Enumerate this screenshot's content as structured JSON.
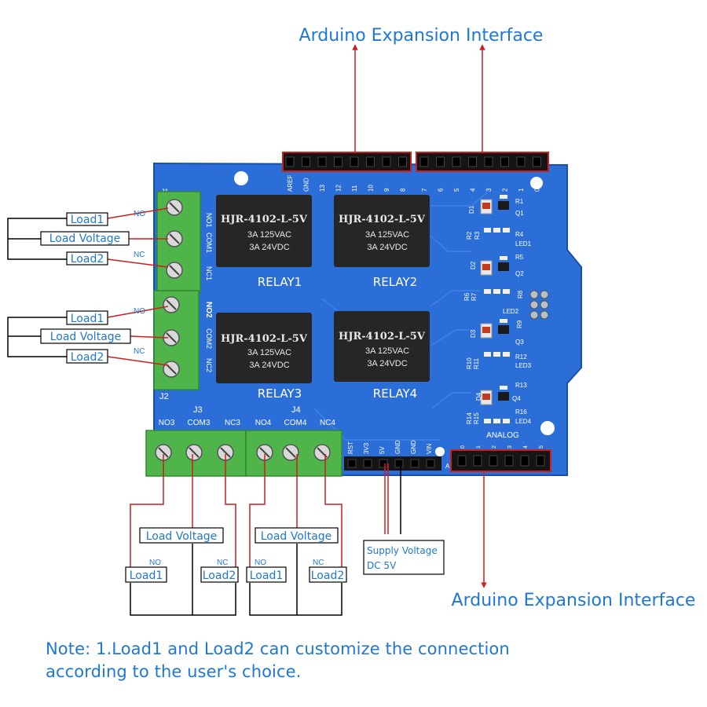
{
  "title_top": "Arduino Expansion Interface",
  "title_bottom": "Arduino Expansion Interface",
  "relays": [
    {
      "label": "RELAY1",
      "model": "HJR-4102-L-5V",
      "rating1": "3A 125VAC",
      "rating2": "3A  24VDC"
    },
    {
      "label": "RELAY2",
      "model": "HJR-4102-L-5V",
      "rating1": "3A 125VAC",
      "rating2": "3A  24VDC"
    },
    {
      "label": "RELAY3",
      "model": "HJR-4102-L-5V",
      "rating1": "3A 125VAC",
      "rating2": "3A  24VDC"
    },
    {
      "label": "RELAY4",
      "model": "HJR-4102-L-5V",
      "rating1": "3A 125VAC",
      "rating2": "3A  24VDC"
    }
  ],
  "connectors": {
    "j1": "J1",
    "j2": "J2",
    "j3": "J3",
    "j4": "J4",
    "j1_pins": [
      "NO1",
      "COM1",
      "NC1"
    ],
    "j2_pins": [
      "NO2",
      "COM2",
      "NC2"
    ],
    "j3_pins": [
      "NO3",
      "COM3",
      "NC3"
    ],
    "j4_pins": [
      "NO4",
      "COM4",
      "NC4"
    ]
  },
  "left_group": {
    "load1": "Load1",
    "load_voltage": "Load Voltage",
    "load2": "Load2",
    "no": "NO",
    "nc": "NC"
  },
  "bottom_group": {
    "load_voltage": "Load Voltage",
    "load1": "Load1",
    "load2": "Load2",
    "no": "NO",
    "nc": "NC"
  },
  "supply": {
    "line1": "Supply Voltage",
    "line2": "DC 5V"
  },
  "header_pins_top_left": [
    "AREF",
    "GND",
    "13",
    "12",
    "11",
    "10",
    "9",
    "8"
  ],
  "header_pins_top_right": [
    "7",
    "6",
    "5",
    "4",
    "3",
    "2",
    "1",
    "0"
  ],
  "power_pins": [
    "RST",
    "3V3",
    "5V",
    "GND",
    "GND",
    "VIN"
  ],
  "analog_pins": [
    "0",
    "1",
    "2",
    "3",
    "4",
    "5"
  ],
  "analog_label": "ANALOG",
  "a_label": "A",
  "board_parts": [
    "D1",
    "R1",
    "Q1",
    "R2",
    "R3",
    "R4",
    "LED1",
    "D2",
    "R5",
    "Q2",
    "R6",
    "R7",
    "R8",
    "LED2",
    "D3",
    "R9",
    "Q3",
    "R10",
    "R11",
    "R12",
    "LED3",
    "D4",
    "R13",
    "Q4",
    "R14",
    "R15",
    "R16",
    "LED4"
  ],
  "note": {
    "line1": "Note: 1.Load1 and Load2 can customize the connection",
    "line2": "according to the user's choice."
  },
  "colors": {
    "board": "#2c6ed8",
    "terminal": "#4fb54a",
    "accent": "#1e78d2",
    "wire_red": "#cc1f1f"
  }
}
